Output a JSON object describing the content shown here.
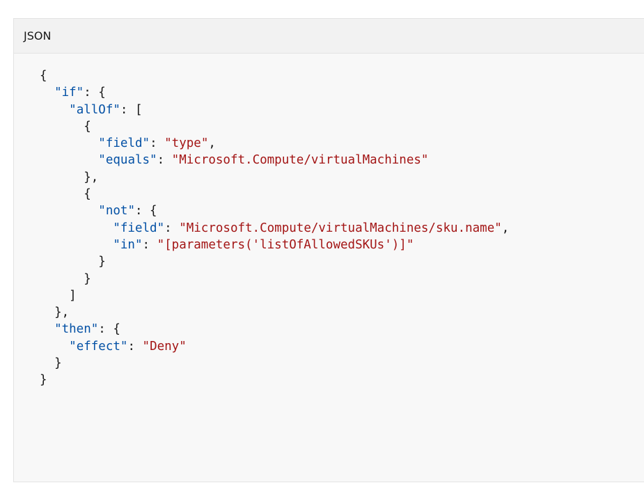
{
  "code_block": {
    "language_label": "JSON",
    "lines": [
      [
        {
          "t": "punc",
          "v": "{"
        }
      ],
      [
        {
          "t": "punc",
          "v": "  "
        },
        {
          "t": "key",
          "v": "\"if\""
        },
        {
          "t": "punc",
          "v": ": {"
        }
      ],
      [
        {
          "t": "punc",
          "v": "    "
        },
        {
          "t": "key",
          "v": "\"allOf\""
        },
        {
          "t": "punc",
          "v": ": ["
        }
      ],
      [
        {
          "t": "punc",
          "v": "      {"
        }
      ],
      [
        {
          "t": "punc",
          "v": "        "
        },
        {
          "t": "key",
          "v": "\"field\""
        },
        {
          "t": "punc",
          "v": ": "
        },
        {
          "t": "str",
          "v": "\"type\""
        },
        {
          "t": "punc",
          "v": ","
        }
      ],
      [
        {
          "t": "punc",
          "v": "        "
        },
        {
          "t": "key",
          "v": "\"equals\""
        },
        {
          "t": "punc",
          "v": ": "
        },
        {
          "t": "str",
          "v": "\"Microsoft.Compute/virtualMachines\""
        }
      ],
      [
        {
          "t": "punc",
          "v": "      },"
        }
      ],
      [
        {
          "t": "punc",
          "v": "      {"
        }
      ],
      [
        {
          "t": "punc",
          "v": "        "
        },
        {
          "t": "key",
          "v": "\"not\""
        },
        {
          "t": "punc",
          "v": ": {"
        }
      ],
      [
        {
          "t": "punc",
          "v": "          "
        },
        {
          "t": "key",
          "v": "\"field\""
        },
        {
          "t": "punc",
          "v": ": "
        },
        {
          "t": "str",
          "v": "\"Microsoft.Compute/virtualMachines/sku.name\""
        },
        {
          "t": "punc",
          "v": ","
        }
      ],
      [
        {
          "t": "punc",
          "v": "          "
        },
        {
          "t": "key",
          "v": "\"in\""
        },
        {
          "t": "punc",
          "v": ": "
        },
        {
          "t": "str",
          "v": "\"[parameters('listOfAllowedSKUs')]\""
        }
      ],
      [
        {
          "t": "punc",
          "v": "        }"
        }
      ],
      [
        {
          "t": "punc",
          "v": "      }"
        }
      ],
      [
        {
          "t": "punc",
          "v": "    ]"
        }
      ],
      [
        {
          "t": "punc",
          "v": "  },"
        }
      ],
      [
        {
          "t": "punc",
          "v": "  "
        },
        {
          "t": "key",
          "v": "\"then\""
        },
        {
          "t": "punc",
          "v": ": {"
        }
      ],
      [
        {
          "t": "punc",
          "v": "    "
        },
        {
          "t": "key",
          "v": "\"effect\""
        },
        {
          "t": "punc",
          "v": ": "
        },
        {
          "t": "str",
          "v": "\"Deny\""
        }
      ],
      [
        {
          "t": "punc",
          "v": "  }"
        }
      ],
      [
        {
          "t": "punc",
          "v": "}"
        }
      ]
    ]
  },
  "colors": {
    "key": "#0451a5",
    "string": "#a31515",
    "punctuation": "#171717",
    "block_background": "#f8f8f8",
    "header_background": "#f2f2f2"
  }
}
